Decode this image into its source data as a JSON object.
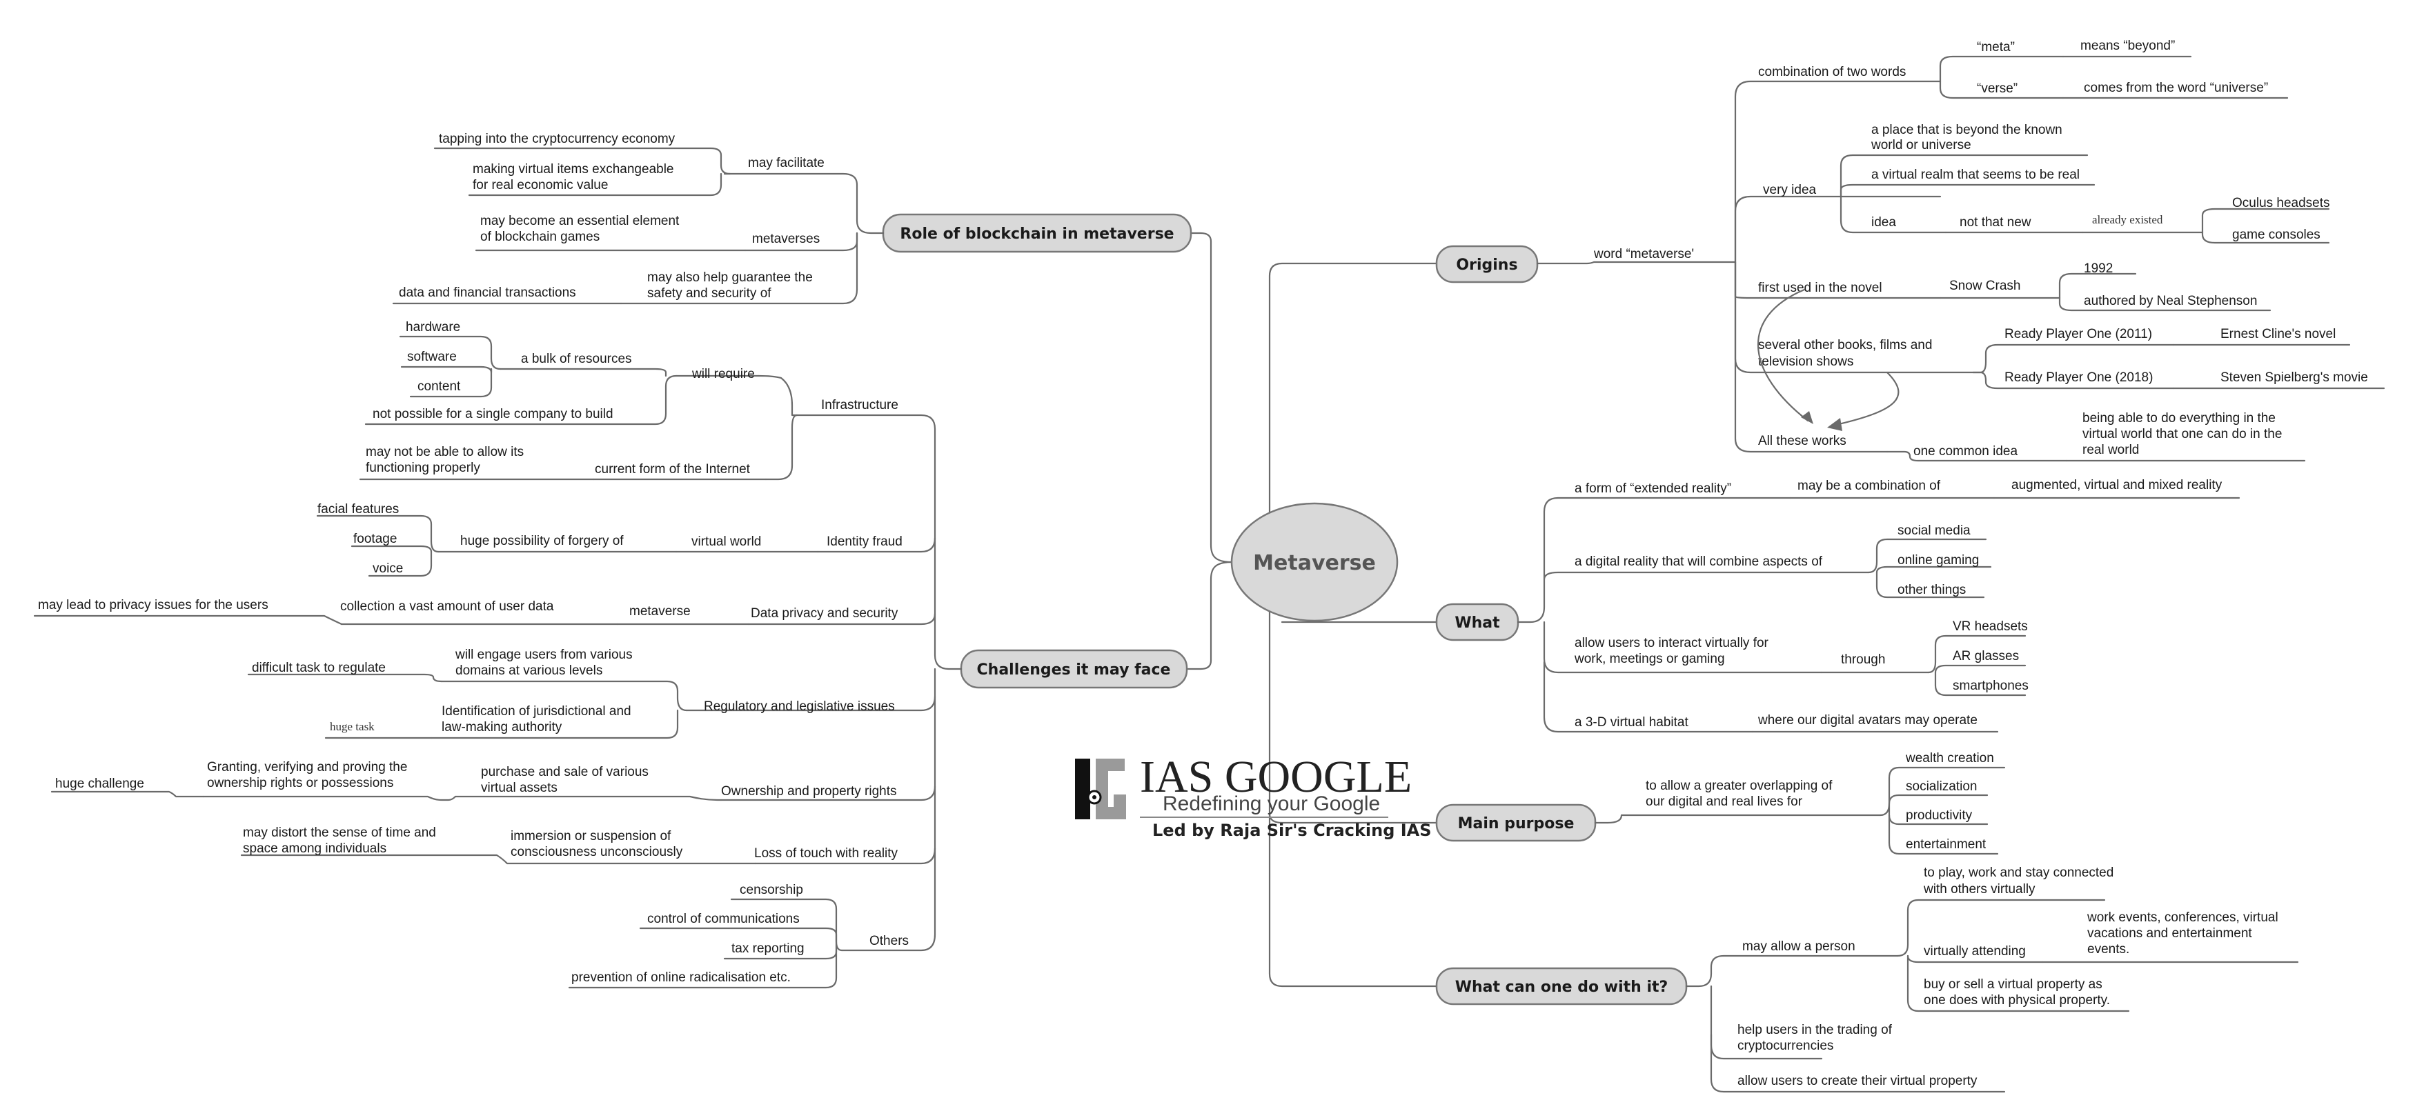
{
  "center": {
    "label": "Metaverse"
  },
  "brand": {
    "name": "IAS GOOGLE",
    "tagline": "Redefining your Google",
    "led_by": "Led by Raja Sir's Cracking IAS"
  },
  "origins": {
    "title": "Origins",
    "word": "word “metaverse'",
    "combination": "combination of two words",
    "meta": "“meta”",
    "meta_def": "means “beyond”",
    "verse": "“verse”",
    "verse_def": "comes from the word “universe”",
    "very_idea": "very idea",
    "place_1": "a place that is beyond the known",
    "place_2": "world or universe",
    "realm": "a virtual realm that seems to be real",
    "idea": "idea",
    "not_new": "not that new",
    "already": "already existed",
    "oculus": "Oculus headsets",
    "consoles": "game consoles",
    "first_used": "first used in the novel",
    "snow_crash": "Snow Crash",
    "year": "1992",
    "authored": "authored by Neal Stephenson",
    "other_books_1": "several other books, films and",
    "other_books_2": "television shows",
    "rpo_2011": "Ready Player One (2011)",
    "cline": "Ernest Cline's novel",
    "rpo_2018": "Ready Player One (2018)",
    "spielberg": "Steven Spielberg's movie",
    "all_works": "All these works",
    "common_idea": "one common idea",
    "able_1": "being able to do everything in the",
    "able_2": "virtual world that one can do in the",
    "able_3": "real world"
  },
  "what": {
    "title": "What",
    "xr": "a form of “extended reality”",
    "combo": "may be a combination of",
    "avm": "augmented, virtual and mixed reality",
    "digital": "a digital reality that will combine aspects of",
    "social": "social media",
    "gaming": "online gaming",
    "other": "other things",
    "interact_1": "allow users to interact virtually for",
    "interact_2": "work, meetings or gaming",
    "through": "through",
    "vr": "VR headsets",
    "ar": "AR glasses",
    "phones": "smartphones",
    "habitat": "a 3-D virtual habitat",
    "avatars": "where our digital avatars may operate"
  },
  "purpose": {
    "title": "Main purpose",
    "overlap_1": "to allow a greater overlapping of",
    "overlap_2": "our digital and real lives for",
    "wealth": "wealth creation",
    "social": "socialization",
    "productivity": "productivity",
    "entertainment": "entertainment"
  },
  "cando": {
    "title": "What can one do with it?",
    "allow_person": "may allow a person",
    "play_1": "to play, work and stay connected",
    "play_2": "with others virtually",
    "attending": "virtually attending",
    "events_1": "work events, conferences, virtual",
    "events_2": "vacations and entertainment",
    "events_3": "events.",
    "buy_1": "buy or sell a virtual property as",
    "buy_2": "one does with physical property.",
    "crypto_1": "help users in the trading of",
    "crypto_2": "cryptocurrencies",
    "create": "allow users to create their virtual property"
  },
  "blockchain": {
    "title": "Role of blockchain in metaverse",
    "facilitate": "may facilitate",
    "tapping": "tapping into the cryptocurrency economy",
    "items_1": "making virtual items exchangeable",
    "items_2": "for real economic value",
    "metaverses": "metaverses",
    "essential_1": "may become an essential element",
    "essential_2": "of blockchain games",
    "guarantee_1": "may also help guarantee the",
    "guarantee_2": "safety and security of",
    "data": "data and financial transactions"
  },
  "challenges": {
    "title": "Challenges it may face",
    "infra": "Infrastructure",
    "will_require": "will require",
    "bulk": "a bulk of resources",
    "hardware": "hardware",
    "software": "software",
    "content": "content",
    "not_possible": "not possible for a single company to build",
    "current_form": "current form of the Internet",
    "may_not_1": "may not be able to allow its",
    "may_not_2": "functioning properly",
    "identity": "Identity fraud",
    "virtual_world": "virtual world",
    "forgery": "huge possibility of forgery of",
    "facial": "facial features",
    "footage": "footage",
    "voice": "voice",
    "privacy": "Data privacy and security",
    "metaverse": "metaverse",
    "collection": "collection a vast amount of user data",
    "privacy_issues": "may lead to privacy issues for the users",
    "regulatory": "Regulatory and legislative issues",
    "engage_1": "will engage users from various",
    "engage_2": "domains at various levels",
    "difficult": "difficult task to regulate",
    "ident_1": "Identification of jurisdictional and",
    "ident_2": "law-making authority",
    "huge_task": "huge task",
    "ownership": "Ownership and property rights",
    "purchase_1": "purchase and sale of various",
    "purchase_2": "virtual assets",
    "granting_1": "Granting, verifying and proving the",
    "granting_2": "ownership rights or possessions",
    "huge_challenge": "huge challenge",
    "loss": "Loss of touch with reality",
    "immersion_1": "immersion or suspension of",
    "immersion_2": "consciousness unconsciously",
    "distort_1": "may distort the sense of time and",
    "distort_2": "space among individuals",
    "others": "Others",
    "censorship": "censorship",
    "control": "control of communications",
    "tax": "tax reporting",
    "prevention": "prevention of online radicalisation  etc."
  }
}
